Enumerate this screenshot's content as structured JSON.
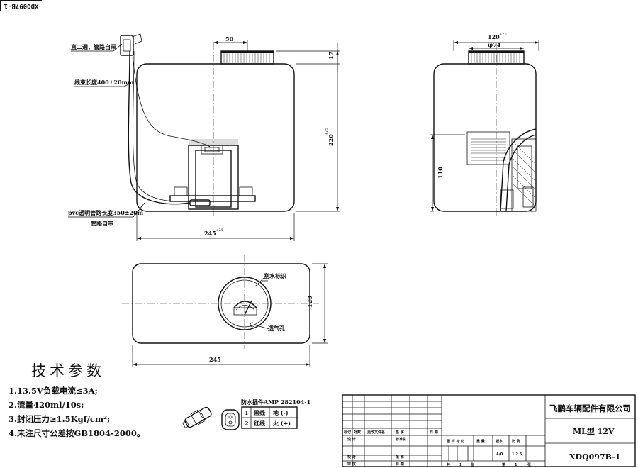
{
  "drawing_id_rotated": "XDQ097B-1",
  "labels": {
    "dual_pass_tube": "直二通，管路自带",
    "harness_length": "线束长度400±20mm",
    "pvc_tube": "pvc透明管路长度350±20m",
    "tube_included": "管路自带",
    "wiper_logo": "刮水标识",
    "vent_hole": "透气孔"
  },
  "dimensions": {
    "d50": "50",
    "d17": "17",
    "d220_base": "220",
    "d220_tol": "±2.5",
    "d245_base": "245",
    "d245_tol": "±2.5",
    "d120_base": "120",
    "d120_tol": "±2.5",
    "d74": "φ74",
    "d110": "110",
    "d120_top": "120",
    "d245_top": "245"
  },
  "tech_params": {
    "title": "技术参数",
    "items": [
      "1.13.5V负载电流≤3A;",
      "2.流量420ml/10s;",
      "3.封闭压力≥1.5Kgf/cm²;",
      "4.未注尺寸公差按GB1804-2000。"
    ]
  },
  "connector": {
    "title": "防水插件AMP 282104-1",
    "rows": [
      {
        "no": "1",
        "wire": "黑线",
        "func": "地 (-)"
      },
      {
        "no": "2",
        "wire": "红线",
        "func": "火 (+)"
      }
    ]
  },
  "title_block": {
    "company": "飞鹏车辆配件有限公司",
    "model": "ML型 12V",
    "drawing_no": "XDQ097B-1",
    "scale": "1:2.5",
    "version": "A/0",
    "headers_row1": [
      "标记",
      "处数",
      "更改文件名",
      "签 字",
      "日 期"
    ],
    "design": "设 计",
    "standardize": "标准化",
    "proofread": "校 对",
    "approve": "批 准",
    "review": "审 核",
    "date": "日 期",
    "stage_mark": "图 样 标 记",
    "weight": "重 量",
    "edition": "版本",
    "ratio": "比 例",
    "total": "共",
    "total_n": "1",
    "sheet": "张",
    "page": "第",
    "page_n": "1",
    "sheet2": "张"
  }
}
